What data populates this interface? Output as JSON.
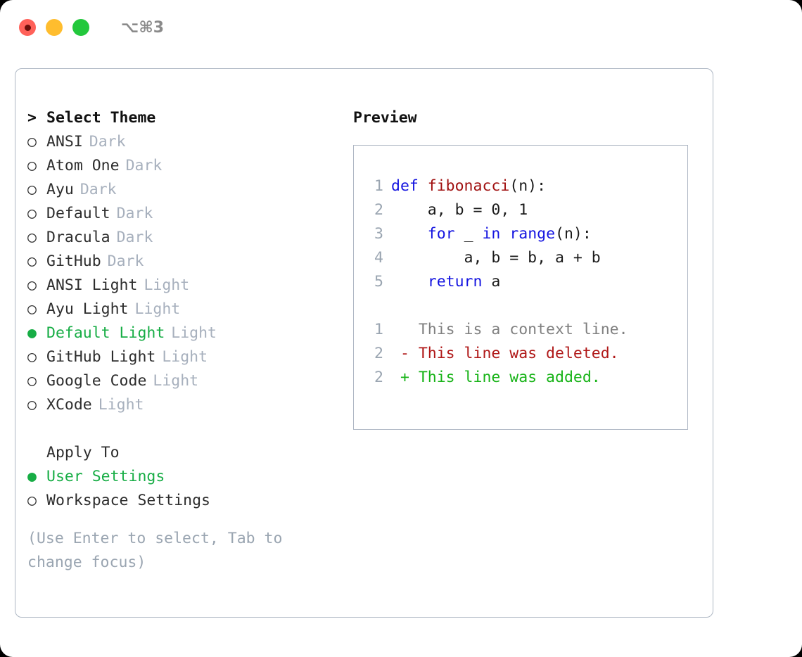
{
  "titlebar": {
    "shortcut": "⌥⌘3",
    "lights": [
      {
        "name": "close",
        "color": "#ff6159"
      },
      {
        "name": "minimize",
        "color": "#ffbd2e"
      },
      {
        "name": "maximize",
        "color": "#23c83c"
      }
    ]
  },
  "theme_picker": {
    "caret": ">",
    "heading": "Select Theme",
    "marker_unselected": "○",
    "marker_selected": "●",
    "items": [
      {
        "name": "ANSI",
        "kind": "Dark",
        "selected": false
      },
      {
        "name": "Atom One",
        "kind": "Dark",
        "selected": false
      },
      {
        "name": "Ayu",
        "kind": "Dark",
        "selected": false
      },
      {
        "name": "Default",
        "kind": "Dark",
        "selected": false
      },
      {
        "name": "Dracula",
        "kind": "Dark",
        "selected": false
      },
      {
        "name": "GitHub",
        "kind": "Dark",
        "selected": false
      },
      {
        "name": "ANSI Light",
        "kind": "Light",
        "selected": false
      },
      {
        "name": "Ayu Light",
        "kind": "Light",
        "selected": false
      },
      {
        "name": "Default Light",
        "kind": "Light",
        "selected": true
      },
      {
        "name": "GitHub Light",
        "kind": "Light",
        "selected": false
      },
      {
        "name": "Google Code",
        "kind": "Light",
        "selected": false
      },
      {
        "name": "XCode",
        "kind": "Light",
        "selected": false
      }
    ]
  },
  "apply_to": {
    "heading": "Apply To",
    "options": [
      {
        "label": "User Settings",
        "selected": true
      },
      {
        "label": "Workspace Settings",
        "selected": false
      }
    ]
  },
  "hint": "(Use Enter to select, Tab to change focus)",
  "preview": {
    "title": "Preview",
    "code_lines": [
      {
        "num": "1",
        "tokens": [
          {
            "t": "def ",
            "c": "kw"
          },
          {
            "t": "fibonacci",
            "c": "fn"
          },
          {
            "t": "(n):",
            "c": "pl"
          }
        ]
      },
      {
        "num": "2",
        "tokens": [
          {
            "t": "    a, b = 0, 1",
            "c": "pl"
          }
        ]
      },
      {
        "num": "3",
        "tokens": [
          {
            "t": "    ",
            "c": "pl"
          },
          {
            "t": "for",
            "c": "kw"
          },
          {
            "t": " _ ",
            "c": "pl"
          },
          {
            "t": "in",
            "c": "kw"
          },
          {
            "t": " ",
            "c": "pl"
          },
          {
            "t": "range",
            "c": "kw"
          },
          {
            "t": "(n):",
            "c": "pl"
          }
        ]
      },
      {
        "num": "4",
        "tokens": [
          {
            "t": "        a, b = b, a + b",
            "c": "pl"
          }
        ]
      },
      {
        "num": "5",
        "tokens": [
          {
            "t": "    ",
            "c": "pl"
          },
          {
            "t": "return",
            "c": "kw"
          },
          {
            "t": " a",
            "c": "pl"
          }
        ]
      }
    ],
    "diff_lines": [
      {
        "num": "1",
        "tokens": [
          {
            "t": "   This is a context line.",
            "c": "ctx"
          }
        ]
      },
      {
        "num": "2",
        "tokens": [
          {
            "t": " - This line was deleted.",
            "c": "del"
          }
        ]
      },
      {
        "num": "2",
        "tokens": [
          {
            "t": " + This line was added.",
            "c": "add"
          }
        ]
      }
    ]
  },
  "colors": {
    "accent_green": "#17ad45",
    "muted": "#a7b0bd",
    "hint": "#9aa5b1",
    "border": "#aeb7c4",
    "keyword": "#1414e0",
    "function": "#a01010",
    "diff_added": "#17b317",
    "diff_deleted": "#b01818",
    "diff_context": "#808080"
  }
}
